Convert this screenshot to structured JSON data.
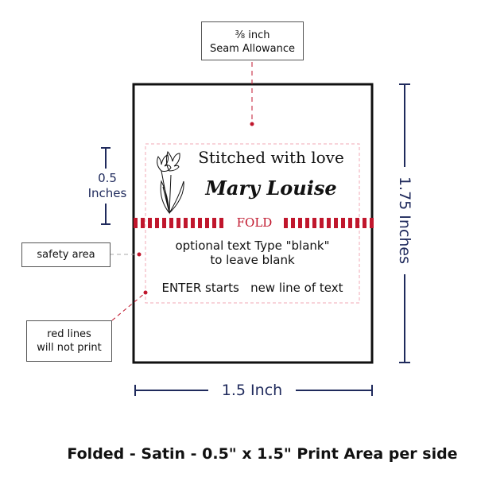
{
  "seam_callout": {
    "line1": "⅜ inch",
    "line2": "Seam Allowance"
  },
  "height_small": {
    "value": "0.5",
    "unit": "Inches"
  },
  "height_total": "1.75 Inches",
  "width_total": "1.5 Inch",
  "safety_callout": "safety area",
  "red_lines_callout": {
    "line1": "red lines",
    "line2": "will not print"
  },
  "label": {
    "line1": "Stitched with love",
    "name": "Mary Louise",
    "fold": "FOLD",
    "optional1": "optional text  Type \"blank\"",
    "optional2": "to leave blank",
    "enter": "ENTER starts   new line of text"
  },
  "caption": "Folded - Satin - 0.5\" x 1.5\" Print Area per side",
  "colors": {
    "red": "#c0162c",
    "navy": "#1f2a5c",
    "pink": "#f2a9b6"
  }
}
